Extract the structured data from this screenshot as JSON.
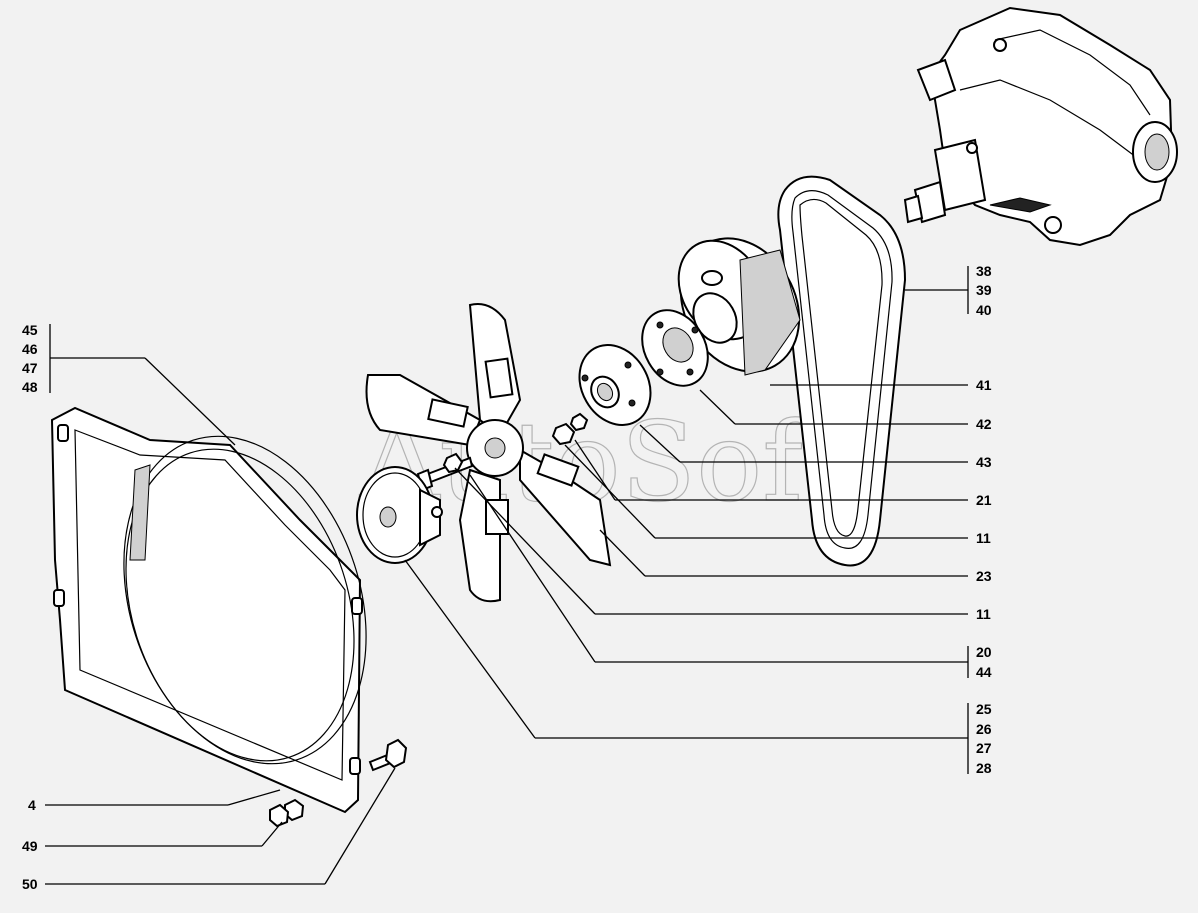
{
  "watermark": "AutoSoft",
  "callouts": {
    "right": [
      {
        "id": "g1",
        "labels": [
          "38",
          "39",
          "40"
        ]
      },
      {
        "id": "r41",
        "labels": [
          "41"
        ]
      },
      {
        "id": "r42",
        "labels": [
          "42"
        ]
      },
      {
        "id": "r43",
        "labels": [
          "43"
        ]
      },
      {
        "id": "r21",
        "labels": [
          "21"
        ]
      },
      {
        "id": "r11a",
        "labels": [
          "11"
        ]
      },
      {
        "id": "r23",
        "labels": [
          "23"
        ]
      },
      {
        "id": "r11b",
        "labels": [
          "11"
        ]
      },
      {
        "id": "g2",
        "labels": [
          "20",
          "44"
        ]
      },
      {
        "id": "g3",
        "labels": [
          "25",
          "26",
          "27",
          "28"
        ]
      }
    ],
    "left": [
      {
        "id": "l45",
        "labels": [
          "45",
          "46",
          "47",
          "48"
        ]
      },
      {
        "id": "l4",
        "labels": [
          "4"
        ]
      },
      {
        "id": "l49",
        "labels": [
          "49"
        ]
      },
      {
        "id": "l50",
        "labels": [
          "50"
        ]
      }
    ]
  }
}
